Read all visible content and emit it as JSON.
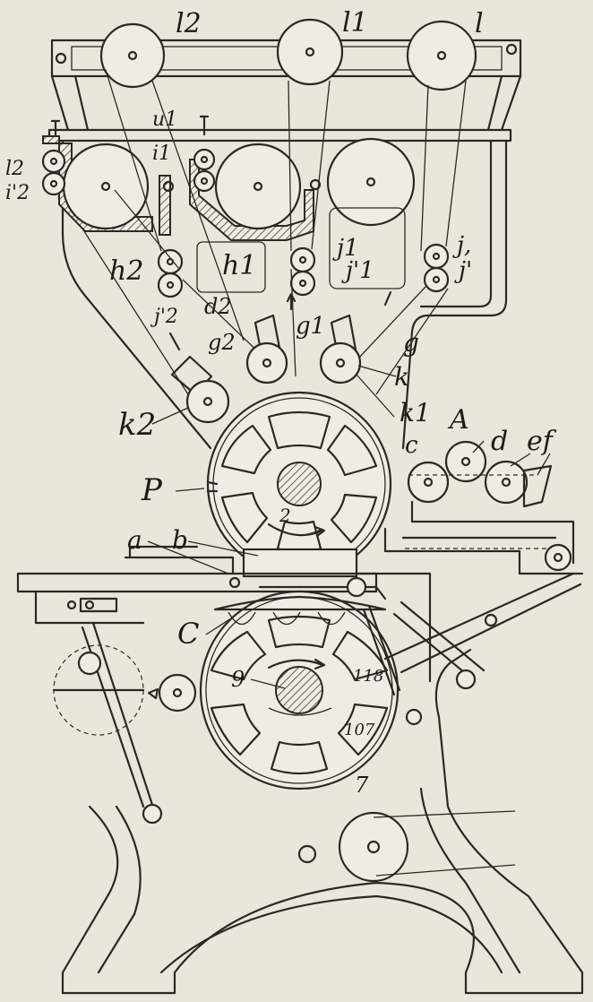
{
  "labels": {
    "l2_top": "l2",
    "l1_top": "l1",
    "l_top": "l",
    "u1": "u1",
    "i1": "i1",
    "l2_left": "l2",
    "i2": "i'2",
    "h2": "h2",
    "h1": "h1",
    "j1": "j1",
    "j1p": "j'1",
    "j": "j,",
    "jp": "j'",
    "d2": "d2",
    "j2p": "j'2",
    "g2": "g2",
    "g1": "g1",
    "g": "g",
    "k": "k",
    "k1": "k1",
    "k2": "k2",
    "A": "A",
    "c_small": "c",
    "d": "d",
    "ef": "ef",
    "P": "P",
    "two": "2",
    "a": "a",
    "b": "b",
    "C": "C",
    "nine": "9",
    "n118": "118",
    "n107": "107",
    "seven": "7"
  }
}
